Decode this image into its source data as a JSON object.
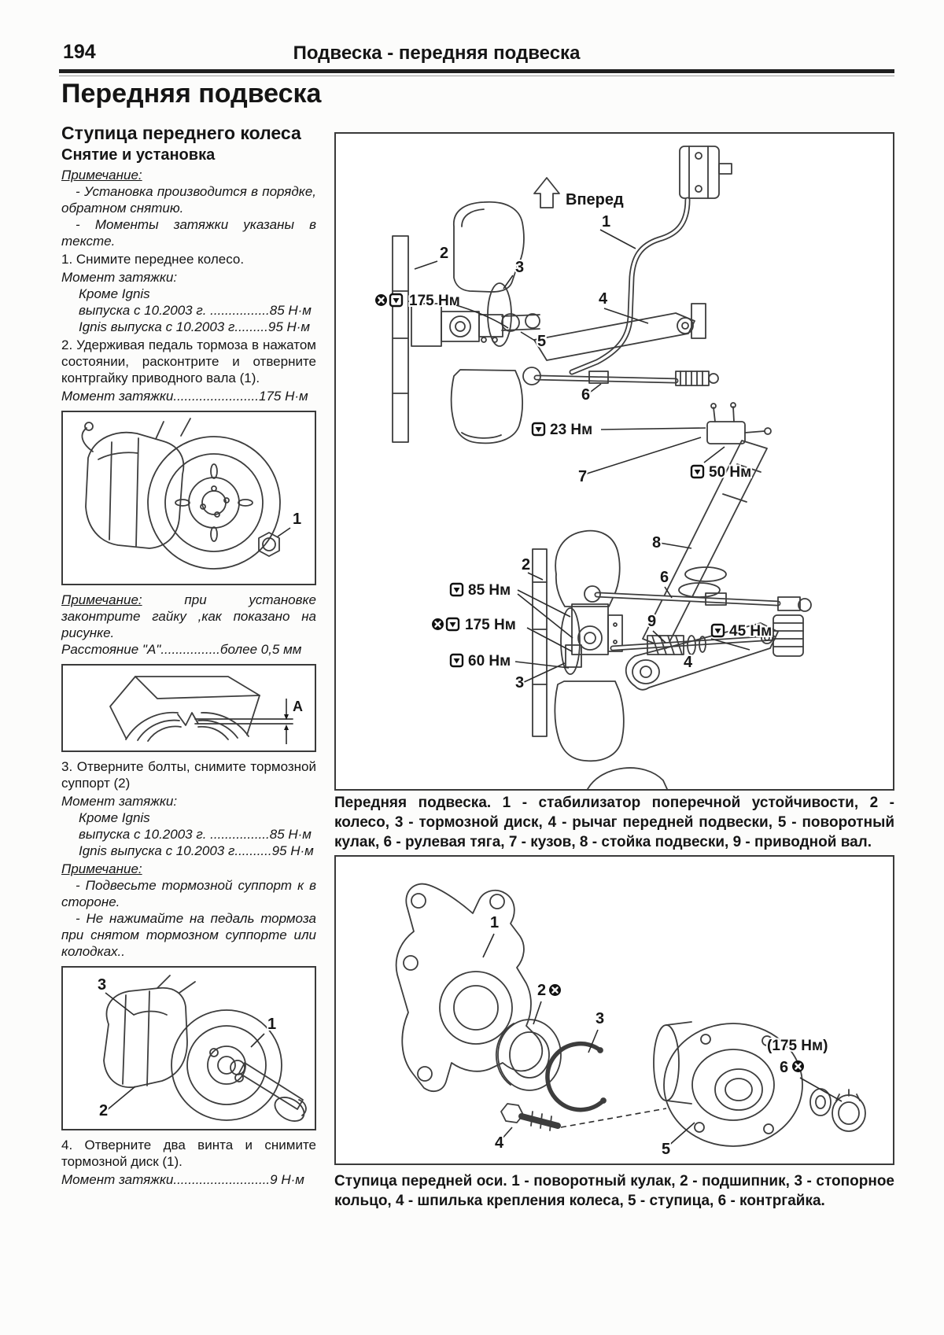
{
  "page": {
    "number": "194",
    "header": "Подвеска - передняя подвеска"
  },
  "title": "Передняя подвеска",
  "left": {
    "heading": "Ступица переднего колеса",
    "subheading": "Снятие и установка",
    "note1_label": "Примечание:",
    "note1_item1": "- Установка производится в порядке, обратном снятию.",
    "note1_item2": "- Моменты затяжки указаны в тексте.",
    "step1": "1. Снимите переднее колесо.",
    "torque1_label": "Момент затяжки:",
    "torque1_line1": "Кроме Ignis",
    "torque1_line2": "выпуска с 10.2003 г. ................85 Н·м",
    "torque1_line3": "Ignis выпуска с 10.2003 г.........95 Н·м",
    "step2": "2. Удерживая педаль тормоза в нажатом состоянии, расконтрите и отверните контргайку приводного вала (1).",
    "torque2": "Момент затяжки.......................175 Н·м",
    "fig1_label1": "1",
    "note2_label": "Примечание:",
    "note2_text": " при установке законтрите гайку ,как показано на рисунке.",
    "note2_spec": "Расстояние \"А\"................более 0,5 мм",
    "fig2_dim": "A",
    "step3": "3. Отверните болты, снимите тормозной суппорт (2)",
    "torque3_label": "Момент затяжки:",
    "torque3_line1": "Кроме Ignis",
    "torque3_line2": "выпуска с 10.2003 г. ................85 Н·м",
    "torque3_line3": "Ignis выпуска с 10.2003 г..........95 Н·м",
    "note3_label": "Примечание:",
    "note3_item1": "- Подвесьте тормозной суппорт к в стороне.",
    "note3_item2": "- Не нажимайте на педаль тормоза при снятом тормозном суппорте или колодках..",
    "fig3_label1": "1",
    "fig3_label2": "2",
    "fig3_label3": "3",
    "step4": "4. Отверните два винта и снимите тормозной диск (1).",
    "torque4": "Момент затяжки..........................9 Н·м"
  },
  "right": {
    "figA": {
      "forward": "Вперед",
      "top": {
        "l1": "1",
        "l2": "2",
        "l3": "3",
        "l4": "4",
        "l5": "5",
        "l6": "6",
        "t175": "175 Нм"
      },
      "bottom": {
        "l2": "2",
        "l3": "3",
        "l4": "4",
        "l6": "6",
        "l7": "7",
        "l8": "8",
        "l9": "9",
        "t23": "23 Нм",
        "t50": "50 Нм",
        "t85": "85 Нм",
        "t175": "175 Нм",
        "t60": "60 Нм",
        "t45": "45 Нм"
      }
    },
    "captionA": "Передняя подвеска. 1 - стабилизатор поперечной устойчивости, 2 - колесо, 3 - тормозной диск, 4 - рычаг передней подвески, 5 - поворотный кулак, 6 - рулевая тяга, 7 - кузов, 8 - стойка подвески, 9 - приводной вал.",
    "figB": {
      "l1": "1",
      "l2": "2",
      "l3": "3",
      "l4": "4",
      "l5": "5",
      "l6": "6",
      "t175": "(175 Нм)"
    },
    "captionB": "Ступица передней оси. 1 - поворотный кулак, 2 - подшипник, 3 - стопорное кольцо, 4 - шпилька крепления колеса, 5 - ступица, 6 - контргайка."
  }
}
